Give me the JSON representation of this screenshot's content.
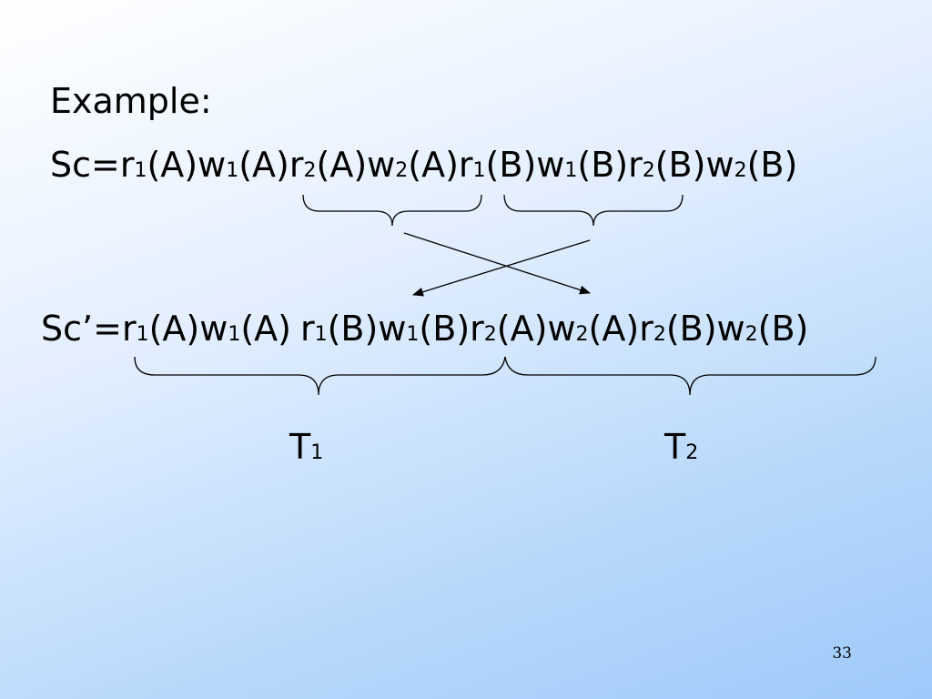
{
  "slide": {
    "heading": "Example:",
    "page_number": "33"
  },
  "schedule_sc": {
    "prefix": "Sc=",
    "ops": [
      {
        "op": "r",
        "sub": "1",
        "item": "(A)"
      },
      {
        "op": "w",
        "sub": "1",
        "item": "(A)"
      },
      {
        "op": "r",
        "sub": "2",
        "item": "(A)"
      },
      {
        "op": "w",
        "sub": "2",
        "item": "(A)"
      },
      {
        "op": "r",
        "sub": "1",
        "item": "(B)"
      },
      {
        "op": "w",
        "sub": "1",
        "item": "(B)"
      },
      {
        "op": "r",
        "sub": "2",
        "item": "(B)"
      },
      {
        "op": "w",
        "sub": "2",
        "item": "(B)"
      }
    ]
  },
  "schedule_sc_prime": {
    "prefix": "Sc’=",
    "ops": [
      {
        "op": "r",
        "sub": "1",
        "item": "(A)"
      },
      {
        "op": "w",
        "sub": "1",
        "item": "(A)"
      },
      {
        "op": "r",
        "sub": "1",
        "item": "(B)"
      },
      {
        "op": "w",
        "sub": "1",
        "item": "(B)"
      },
      {
        "op": "r",
        "sub": "2",
        "item": "(A)"
      },
      {
        "op": "w",
        "sub": "2",
        "item": "(A)"
      },
      {
        "op": "r",
        "sub": "2",
        "item": "(B)"
      },
      {
        "op": "w",
        "sub": "2",
        "item": "(B)"
      }
    ]
  },
  "transactions": [
    {
      "letter": "T",
      "sub": "1"
    },
    {
      "letter": "T",
      "sub": "2"
    }
  ]
}
